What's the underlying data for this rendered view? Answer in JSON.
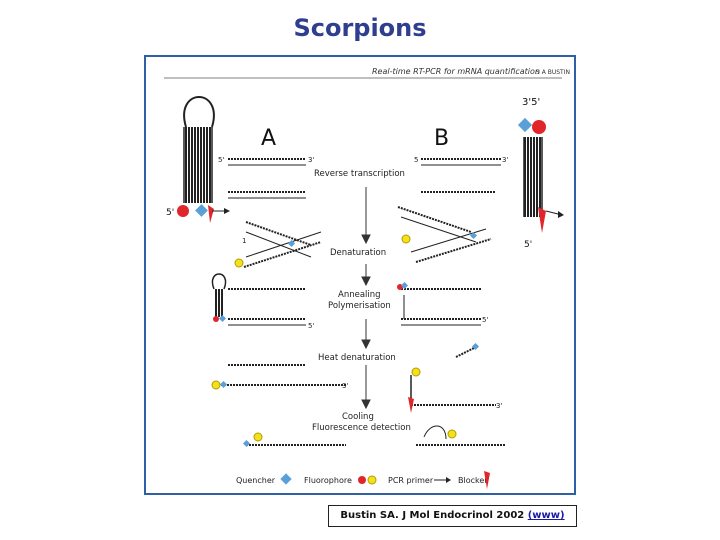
{
  "slide": {
    "title": "Scorpions"
  },
  "figure": {
    "header": "Real-time RT-PCR for mRNA quantification",
    "header_author": "S A BUSTIN",
    "panel_a": "A",
    "panel_b": "B",
    "steps": {
      "rt": "Reverse transcription",
      "denat": "Denaturation",
      "anneal_1": "Annealing",
      "anneal_2": "Polymerisation",
      "heat": "Heat denaturation",
      "cool_1": "Cooling",
      "cool_2": "Fluorescence detection"
    },
    "ends": {
      "five_a": "5'",
      "five_b": "5'",
      "three_prime_five_prime": "3'5'",
      "five_b_probe": "5'"
    },
    "legend": {
      "quencher": "Quencher",
      "fluorophore": "Fluorophore",
      "pcr_primer": "PCR primer",
      "blocker": "Blocker"
    },
    "colors": {
      "quencher": "#5aa0d8",
      "fluorophore": "#f2e21a",
      "blocker": "#e0262a",
      "red_dot": "#e0262a",
      "frame": "#2f5fa5"
    }
  },
  "citation": {
    "text": "Bustin SA. J Mol Endocrinol 2002",
    "link": "(www)"
  }
}
